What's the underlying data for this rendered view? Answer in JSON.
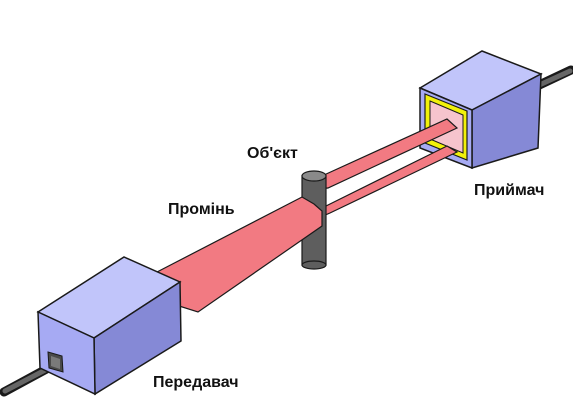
{
  "labels": {
    "object": "Об'єкт",
    "beam": "Промінь",
    "receiver": "Приймач",
    "transmitter": "Передавач"
  },
  "colors": {
    "box_front": "#a6aaf3",
    "box_top": "#c1c5fa",
    "box_side": "#8589d6",
    "beam": "#f27a82",
    "beam_window": "#f6c4cd",
    "window_frame": "#f1f10b",
    "rod": "#5e5e5e",
    "outline": "#1a1a1a"
  },
  "icons": [
    "cable",
    "cable",
    "object-cylinder"
  ]
}
